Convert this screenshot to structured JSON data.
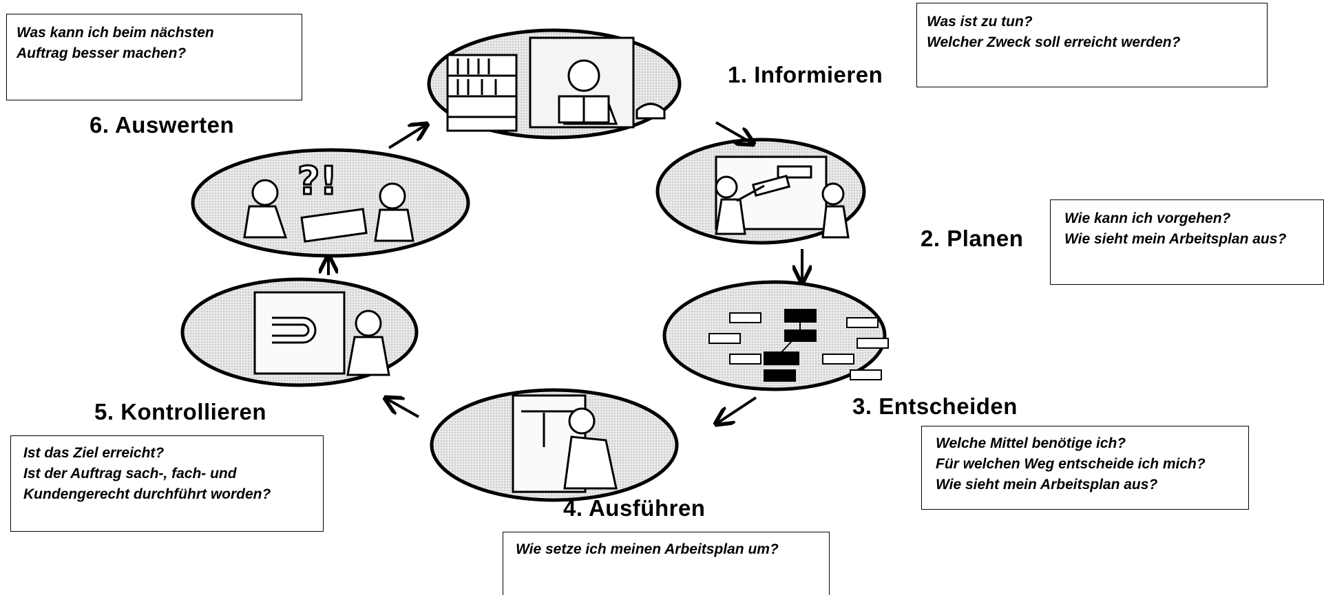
{
  "steps": [
    {
      "number": "1.",
      "label": "Informieren"
    },
    {
      "number": "2.",
      "label": "Planen"
    },
    {
      "number": "3.",
      "label": "Entscheiden"
    },
    {
      "number": "4.",
      "label": "Ausführen"
    },
    {
      "number": "5.",
      "label": "Kontrollieren"
    },
    {
      "number": "6.",
      "label": "Auswerten"
    }
  ],
  "step_titles": {
    "s1": "1. Informieren",
    "s2": "2. Planen",
    "s3": "3. Entscheiden",
    "s4": "4. Ausführen",
    "s5": "5. Kontrollieren",
    "s6": "6. Auswerten"
  },
  "questions": {
    "informieren": [
      "Was ist zu tun?",
      "Welcher Zweck soll erreicht werden?"
    ],
    "planen": [
      "Wie kann ich vorgehen?",
      "Wie sieht mein Arbeitsplan aus?"
    ],
    "entscheiden": [
      "Welche Mittel benötige ich?",
      "Für welchen Weg entscheide ich mich?",
      "Wie sieht mein Arbeitsplan aus?"
    ],
    "ausfuehren": [
      "Wie setze ich meinen Arbeitsplan um?"
    ],
    "kontrollieren": [
      "Ist das Ziel erreicht?",
      "Ist der Auftrag sach-, fach- und",
      "Kundengerecht durchführt worden?"
    ],
    "auswerten": [
      "Was kann ich beim nächsten",
      "Auftrag besser machen?"
    ]
  },
  "illustration_text": {
    "question_marks": "?!"
  }
}
